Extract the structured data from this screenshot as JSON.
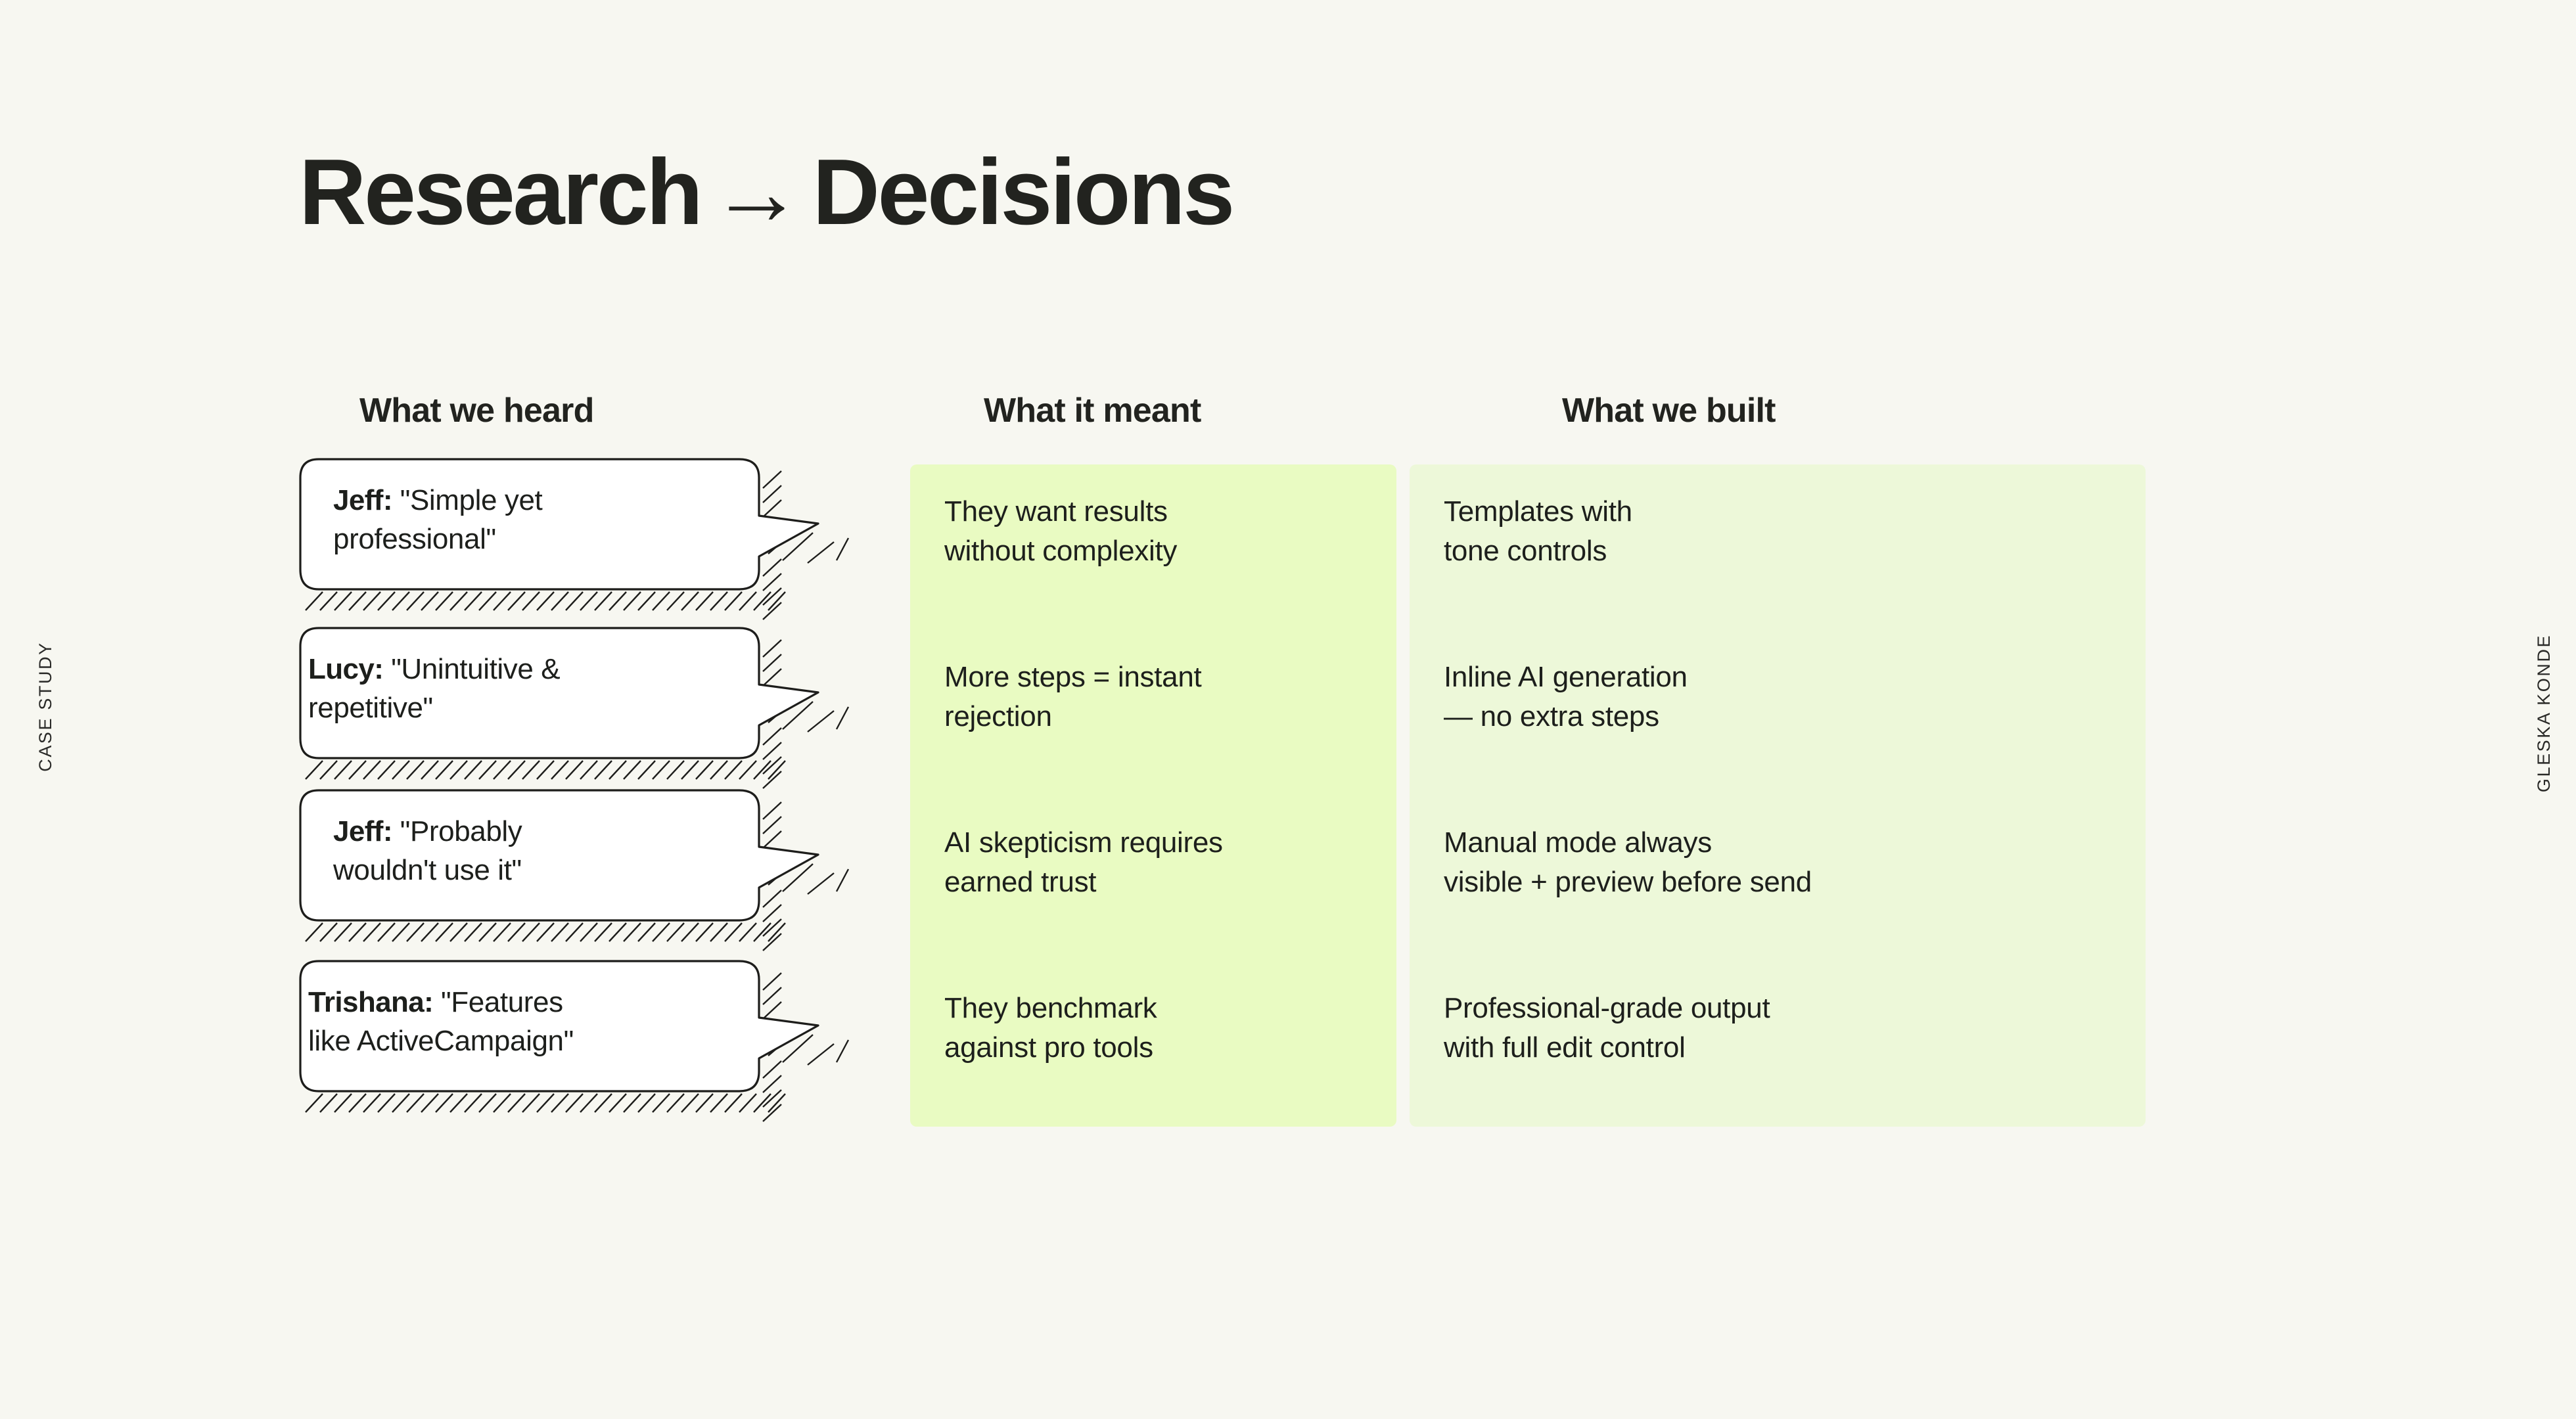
{
  "rails": {
    "left": "CASE STUDY",
    "right": "GLESKA KONDE"
  },
  "title": {
    "before": "Research",
    "arrow": "→",
    "after": "Decisions"
  },
  "columns": {
    "heard": "What we heard",
    "meant": "What it meant",
    "built": "What we built"
  },
  "colors": {
    "background": "#f7f7f1",
    "ink": "#1d1f1c",
    "cell_mid": "#e9fbc2",
    "cell_right": "#edf8d9",
    "bubble_fill": "#ffffff",
    "bubble_stroke": "#1d1d1b"
  },
  "rows": [
    {
      "quote_speaker": "Jeff:",
      "quote_line1": "\"Simple yet",
      "quote_line2": "professional\"",
      "quote_align": "inset",
      "meant_line1": "They want results",
      "meant_line2": "without complexity",
      "built_line1": "Templates with",
      "built_line2": "tone controls"
    },
    {
      "quote_speaker": "Lucy:",
      "quote_line1": "\"Unintuitive &",
      "quote_line2": "repetitive\"",
      "quote_align": "flush",
      "meant_line1": "More steps = instant",
      "meant_line2": "rejection",
      "built_line1": "Inline AI generation",
      "built_line2": "— no extra steps"
    },
    {
      "quote_speaker": "Jeff:",
      "quote_line1": "\"Probably",
      "quote_line2": "wouldn't use it\"",
      "quote_align": "inset",
      "meant_line1": "AI skepticism requires",
      "meant_line2": "earned trust",
      "built_line1": "Manual mode always",
      "built_line2": "visible + preview before send"
    },
    {
      "quote_speaker": "Trishana:",
      "quote_line1": "\"Features",
      "quote_line2": "like ActiveCampaign\"",
      "quote_align": "flush",
      "meant_line1": "They benchmark",
      "meant_line2": "against pro tools",
      "built_line1": "Professional-grade output",
      "built_line2": "with full edit control"
    }
  ]
}
